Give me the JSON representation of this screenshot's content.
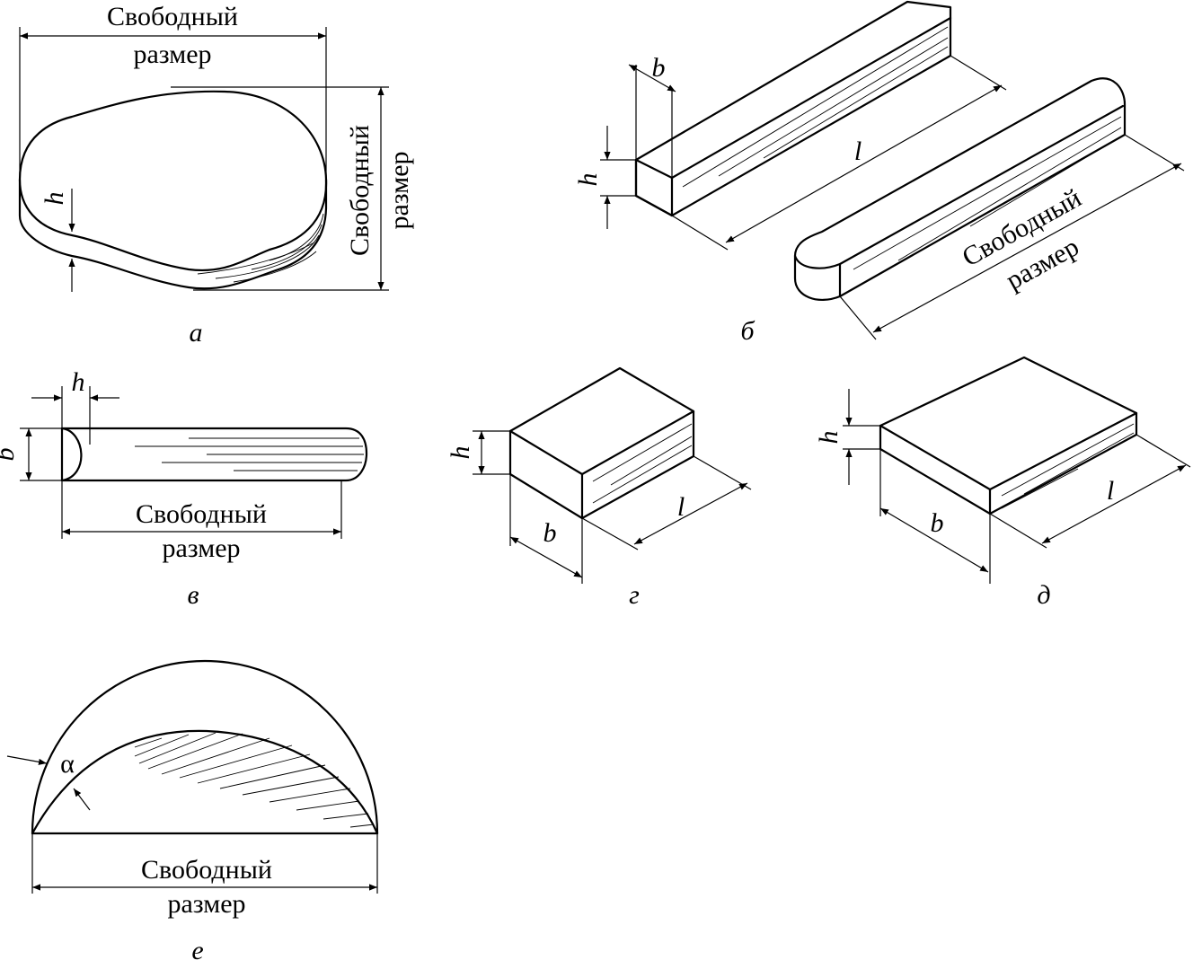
{
  "labels": {
    "free_size_line1": "Свободный",
    "free_size_line2": "размер",
    "h": "h",
    "b": "b",
    "l": "l",
    "alpha": "α"
  },
  "subfigures": {
    "a": "а",
    "b": "б",
    "v": "в",
    "g": "г",
    "d": "д",
    "e": "е"
  }
}
